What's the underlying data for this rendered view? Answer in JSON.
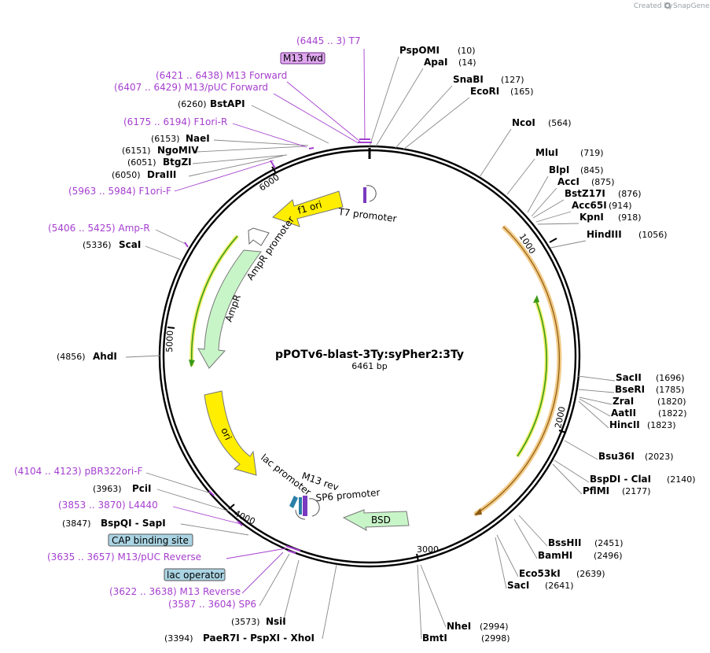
{
  "credit": {
    "prefix": "Created by",
    "brand": "SnapGene"
  },
  "plasmid": {
    "name": "pPOTv6-blast-3Ty:syPher2:3Ty",
    "length_label": "6461 bp",
    "length": 6461
  },
  "tick_labels": [
    "1000",
    "2000",
    "3000",
    "4000",
    "5000",
    "6000"
  ],
  "features": {
    "f1_ori": "f1 ori",
    "t7_promoter": "T7 promoter",
    "ampr_promoter": "AmpR promoter",
    "ampr": "AmpR",
    "ori": "ori",
    "lac_promoter": "lac promoter",
    "m13_rev": "M13 rev",
    "sp6_promoter": "SP6 promoter",
    "bsd": "BSD"
  },
  "boxed_labels": {
    "m13_fwd": "M13 fwd",
    "cap_binding_site": "CAP binding site",
    "lac_operator": "lac operator"
  },
  "sites": [
    {
      "name": "PspOMI",
      "pos": "(10)"
    },
    {
      "name": "ApaI",
      "pos": "(14)"
    },
    {
      "name": "SnaBI",
      "pos": "(127)"
    },
    {
      "name": "EcoRI",
      "pos": "(165)"
    },
    {
      "name": "NcoI",
      "pos": "(564)"
    },
    {
      "name": "MluI",
      "pos": "(719)"
    },
    {
      "name": "BlpI",
      "pos": "(845)"
    },
    {
      "name": "AccI",
      "pos": "(875)"
    },
    {
      "name": "BstZ17I",
      "pos": "(876)"
    },
    {
      "name": "Acc65I",
      "pos": "(914)"
    },
    {
      "name": "KpnI",
      "pos": "(918)"
    },
    {
      "name": "HindIII",
      "pos": "(1056)"
    },
    {
      "name": "SacII",
      "pos": "(1696)"
    },
    {
      "name": "BseRI",
      "pos": "(1785)"
    },
    {
      "name": "ZraI",
      "pos": "(1820)"
    },
    {
      "name": "AatII",
      "pos": "(1822)"
    },
    {
      "name": "HincII",
      "pos": "(1823)"
    },
    {
      "name": "Bsu36I",
      "pos": "(2023)"
    },
    {
      "name": "BspDI - ClaI",
      "pos": "(2140)"
    },
    {
      "name": "PflMI",
      "pos": "(2177)"
    },
    {
      "name": "BssHII",
      "pos": "(2451)"
    },
    {
      "name": "BamHI",
      "pos": "(2496)"
    },
    {
      "name": "Eco53kI",
      "pos": "(2639)"
    },
    {
      "name": "SacI",
      "pos": "(2641)"
    },
    {
      "name": "NheI",
      "pos": "(2994)"
    },
    {
      "name": "BmtI",
      "pos": "(2998)"
    },
    {
      "name": "PaeR7I - PspXI - XhoI",
      "pos": "(3394)"
    },
    {
      "name": "NsiI",
      "pos": "(3573)"
    },
    {
      "name": "BspQI - SapI",
      "pos": "(3847)"
    },
    {
      "name": "PciI",
      "pos": "(3963)"
    },
    {
      "name": "AhdI",
      "pos": "(4856)"
    },
    {
      "name": "ScaI",
      "pos": "(5336)"
    },
    {
      "name": "DraIII",
      "pos": "(6050)"
    },
    {
      "name": "BtgZI",
      "pos": "(6051)"
    },
    {
      "name": "NgoMIV",
      "pos": "(6151)"
    },
    {
      "name": "NaeI",
      "pos": "(6153)"
    },
    {
      "name": "BstAPI",
      "pos": "(6260)"
    }
  ],
  "primers": [
    {
      "range": "(6445 .. 3)",
      "name": "T7"
    },
    {
      "range": "(6421 .. 6438)",
      "name": "M13 Forward"
    },
    {
      "range": "(6407 .. 6429)",
      "name": "M13/pUC Forward"
    },
    {
      "range": "(6175 .. 6194)",
      "name": "F1ori-R"
    },
    {
      "range": "(5963 .. 5984)",
      "name": "F1ori-F"
    },
    {
      "range": "(5406 .. 5425)",
      "name": "Amp-R"
    },
    {
      "range": "(4104 .. 4123)",
      "name": "pBR322ori-F"
    },
    {
      "range": "(3853 .. 3870)",
      "name": "L4440"
    },
    {
      "range": "(3635 .. 3657)",
      "name": "M13/pUC Reverse"
    },
    {
      "range": "(3622 .. 3638)",
      "name": "M13 Reverse"
    },
    {
      "range": "(3587 .. 3604)",
      "name": "SP6"
    }
  ],
  "colors": {
    "primer": "#a53fcf",
    "yellow_feature": "#ffee00",
    "green_feature": "#c8f5c8",
    "orange_highlight": "#f0c070",
    "inner_green": "#3a9a1a",
    "box_blue": "#aad4e3",
    "box_purple": "#e0a8f0"
  }
}
